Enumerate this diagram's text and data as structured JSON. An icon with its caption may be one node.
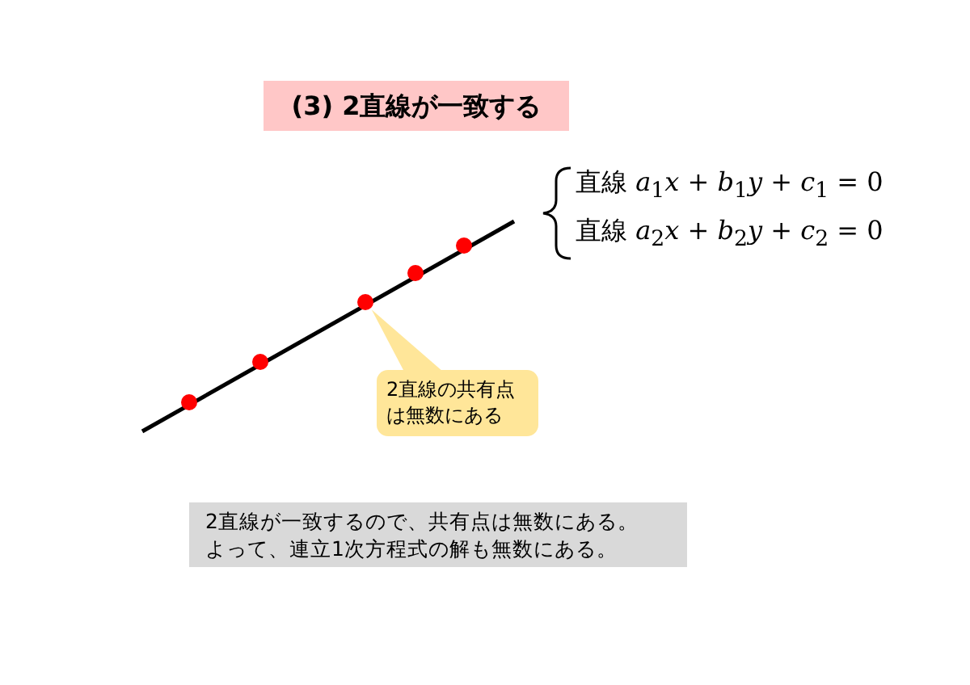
{
  "diagram": {
    "title": "(3) 2直線が一致する",
    "nodes": [
      {
        "text": [
          "2直線の共有点は無数にある"
        ]
      },
      {
        "text": [],
        "shape": "circle"
      },
      {
        "text": [
          "2直線が一致するので、共有点は無数にある。よって、連立1次方程式の解も無数にある。"
        ]
      }
    ],
    "edges": [
      {
        "from": 0,
        "to": 1,
        "arrow": "none"
      }
    ],
    "labels": [
      "直線 *a*$_{1}$*x* + *b*$_{1}$*y* + *c*$_{1}$ = 0",
      "直線 *a*$_{2}$*x* + *b*$_{2}$*y* + *c*$_{2}$ = 0"
    ]
  }
}
